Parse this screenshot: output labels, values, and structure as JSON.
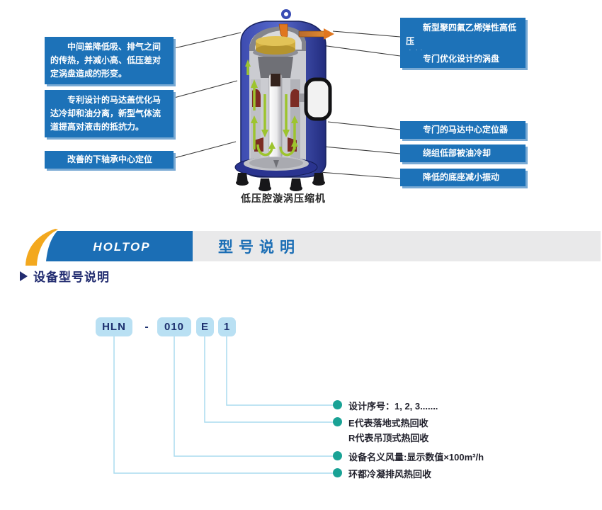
{
  "diagram": {
    "caption": "低压腔漩涡压缩机",
    "left_callouts": [
      {
        "lines": [
          "中间盖降低吸、排气之间的传热，并减小高、低压差对定涡盘造成的形变。"
        ]
      },
      {
        "lines": [
          "专利设计的马达盖优化马达冷却和油分离，新型气体流道提高对液击的抵抗力。"
        ]
      },
      {
        "lines": [
          "改善的下轴承中心定位"
        ]
      }
    ],
    "right_callouts": [
      {
        "lines": [
          "新型聚四氟乙烯弹性高低压",
          "密封"
        ]
      },
      {
        "lines": [
          "专门优化设计的涡盘"
        ]
      },
      {
        "lines": [
          "专门的马达中心定位器"
        ]
      },
      {
        "lines": [
          "绕组低部被油冷却"
        ]
      },
      {
        "lines": [
          "降低的底座减小振动"
        ]
      }
    ]
  },
  "band": {
    "logo": "HOLTOP",
    "title": "型号说明"
  },
  "section": {
    "marker": "",
    "heading": "设备型号说明"
  },
  "model": {
    "segments": [
      "HLN",
      "010",
      "E",
      "1"
    ],
    "separator": "-",
    "notes": [
      {
        "lines": [
          "设计序号：1, 2, 3......."
        ]
      },
      {
        "lines": [
          "E代表落地式热回收",
          "R代表吊顶式热回收"
        ]
      },
      {
        "lines": [
          "设备名义风量:显示数值×100m³/h"
        ]
      },
      {
        "lines": [
          "环都冷凝排风热回收"
        ]
      }
    ]
  },
  "colors": {
    "callout_blue": "#1d72b8",
    "band_blue": "#1b6eb5",
    "swoosh_orange": "#f3a81e",
    "segment_bg": "#b9e0f3",
    "navy": "#1c2f6e",
    "bullet_teal": "#19a295",
    "connector_blue": "#aadcef"
  }
}
